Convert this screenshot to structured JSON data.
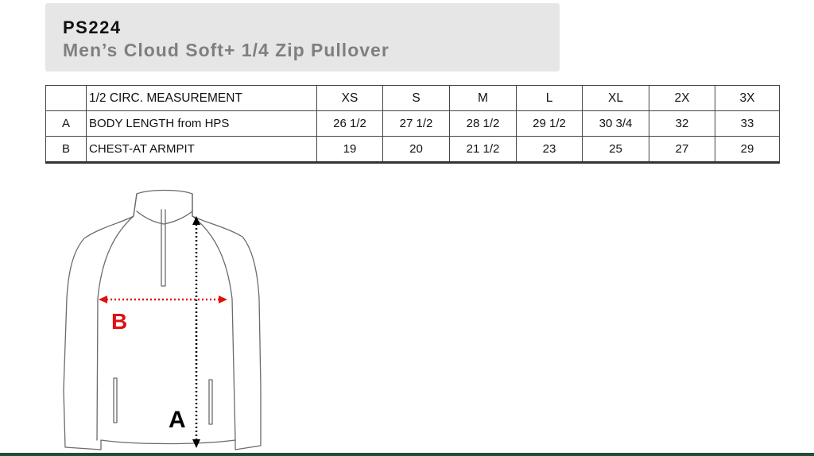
{
  "header": {
    "code": "PS224",
    "product_name": "Men’s Cloud Soft+ 1/4 Zip Pullover"
  },
  "table": {
    "header": {
      "letter": "",
      "label": "1/2 CIRC. MEASUREMENT",
      "sizes": [
        "XS",
        "S",
        "M",
        "L",
        "XL",
        "2X",
        "3X"
      ]
    },
    "rows": [
      {
        "letter": "A",
        "label": "BODY LENGTH from HPS",
        "values": [
          "26 1/2",
          "27 1/2",
          "28 1/2",
          "29 1/2",
          "30 3/4",
          "32",
          "33"
        ]
      },
      {
        "letter": "B",
        "label": "CHEST-AT ARMPIT",
        "values": [
          "19",
          "20",
          "21 1/2",
          "23",
          "25",
          "27",
          "29"
        ]
      }
    ]
  },
  "diagram": {
    "label_a": "A",
    "label_b": "B",
    "colors": {
      "outline": "#6b6b6b",
      "chest_arrow": "#e01010",
      "length_arrow": "#000000"
    }
  }
}
